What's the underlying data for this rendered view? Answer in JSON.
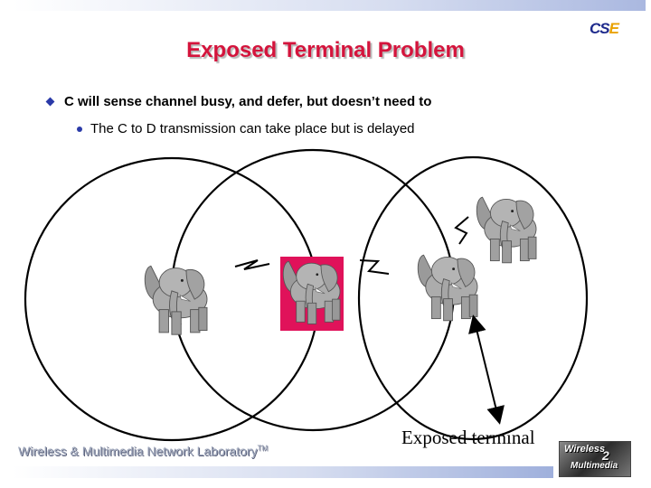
{
  "slide": {
    "title": "Exposed Terminal Problem",
    "bullet_main": "C will sense channel busy, and defer, but doesn’t need to",
    "bullet_sub": "The C to D transmission can take place but is delayed",
    "exposed_label": "Exposed terminal",
    "footer": "Wireless & Multimedia Network Laboratory",
    "footer_tm": "TM"
  },
  "logos": {
    "cse_main": "CS",
    "cse_accent": "E",
    "wm_line1": "Wireless",
    "wm_line2": "Multimedia",
    "wm_num": "2"
  },
  "colors": {
    "title": "#d4143c",
    "highlight_box": "#e0125a",
    "bullet": "#2a3aa8",
    "elephant": "#a9a9a9"
  },
  "icons": {
    "elephants": [
      "elephant-icon",
      "elephant-icon",
      "elephant-icon",
      "elephant-icon"
    ],
    "signals": [
      "wave-signal-icon",
      "wave-signal-icon",
      "wave-signal-icon"
    ]
  }
}
